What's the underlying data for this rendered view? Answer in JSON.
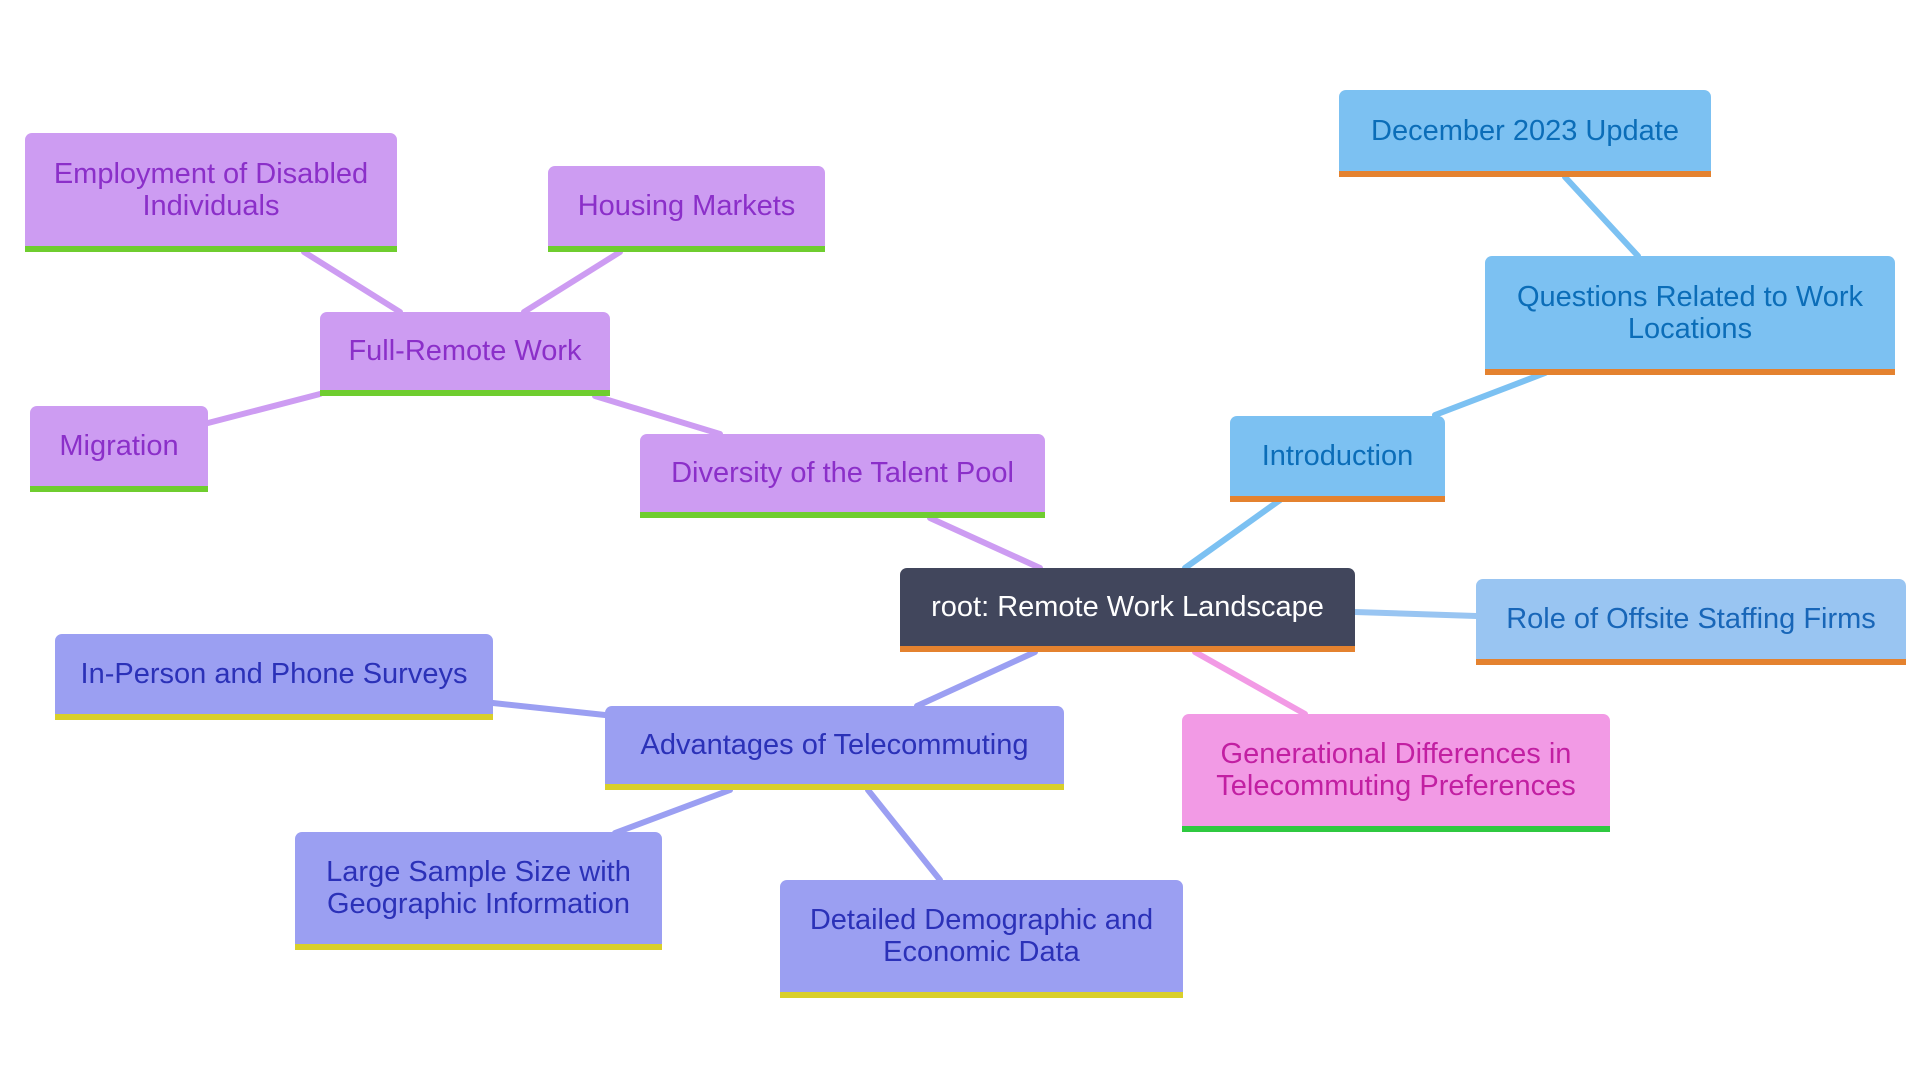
{
  "diagram": {
    "type": "mindmap",
    "colors": {
      "root": "#41465c",
      "purple_branch": "#cd9cf2",
      "blue_branch": "#7cc1f2",
      "light_blue_branch": "#99c5f2",
      "pink_branch": "#f29ae5",
      "indigo_branch": "#9b9ff2",
      "accent_orange": "#e4822f",
      "accent_green": "#6fcd2f",
      "accent_yellow": "#d9cf2a"
    },
    "nodes": {
      "root": "root: Remote Work Landscape",
      "diversity": "Diversity of the Talent Pool",
      "full_remote": "Full-Remote Work",
      "employment_disabled": "Employment of Disabled\nIndividuals",
      "housing": "Housing Markets",
      "migration": "Migration",
      "introduction": "Introduction",
      "questions_locations": "Questions Related to Work\nLocations",
      "december_update": "December 2023 Update",
      "offsite_staffing": "Role of Offsite Staffing Firms",
      "generational": "Generational Differences in\nTelecommuting Preferences",
      "advantages": "Advantages of Telecommuting",
      "surveys": "In-Person and Phone Surveys",
      "sample_size": "Large Sample Size with\nGeographic Information",
      "demographic": "Detailed Demographic and\nEconomic Data"
    }
  }
}
